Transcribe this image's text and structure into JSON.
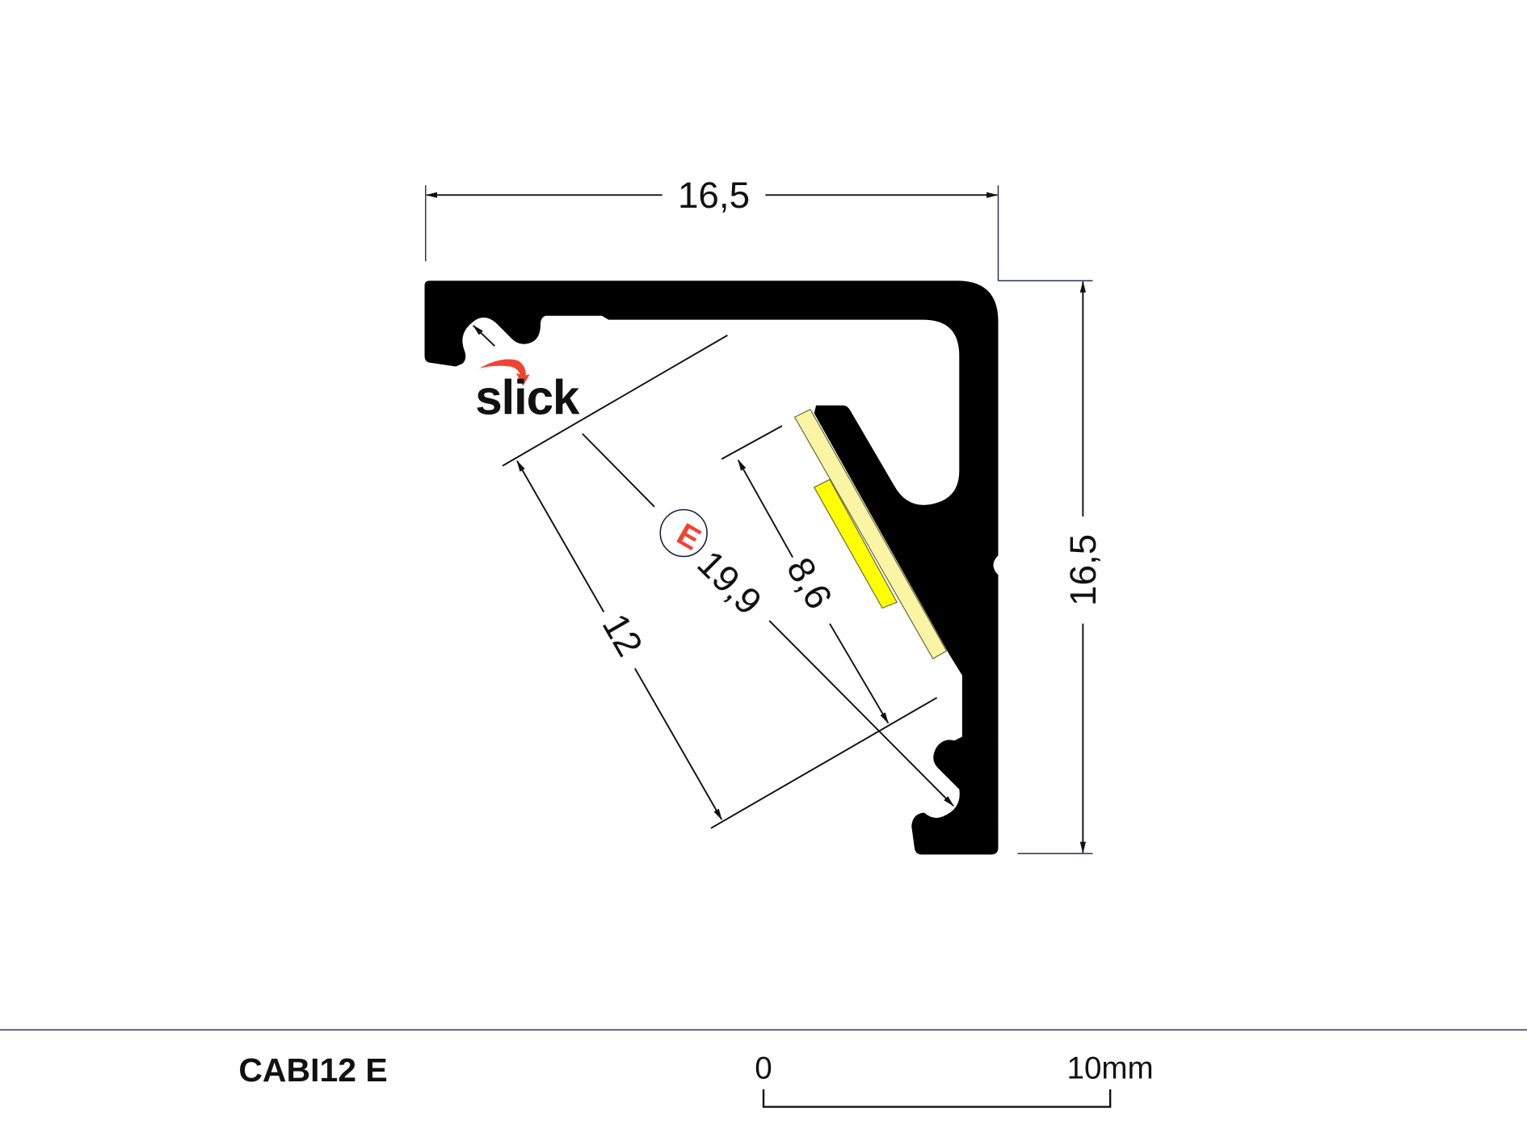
{
  "dimensions": {
    "width": "16,5",
    "height": "16,5",
    "diagonal_inner": "12",
    "diagonal_strip": "8,6",
    "diagonal_outer": "19,9"
  },
  "logo": {
    "text": "slick"
  },
  "badge": {
    "letter": "E"
  },
  "footer": {
    "product_name": "CABI12 E",
    "scale_start": "0",
    "scale_end": "10mm"
  },
  "colors": {
    "profile": "#000000",
    "diffuser": "#f9f5a4",
    "led": "#ffff00",
    "accent": "#f04430"
  }
}
